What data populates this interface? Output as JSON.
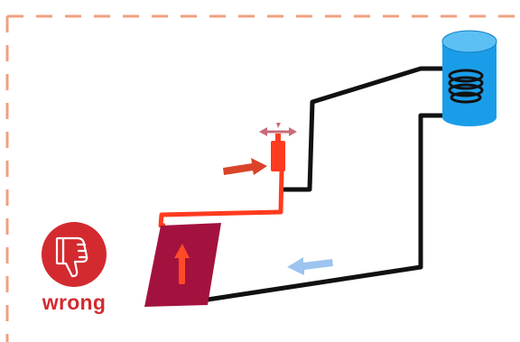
{
  "verdict": {
    "label": "wrong",
    "icon": "thumbs-down-icon"
  },
  "colors": {
    "frame_dash": "#f0a080",
    "hot_pipe": "#ff3b1f",
    "cold_pipe": "#111111",
    "collector": "#a3123e",
    "tank": "#1a9de8",
    "flow_arrow_hot": "#d9442a",
    "flow_arrow_cold": "#9cc4ee",
    "badge": "#d32a30"
  },
  "components": [
    "collector",
    "valve",
    "storage-tank",
    "heat-exchanger-coil"
  ]
}
